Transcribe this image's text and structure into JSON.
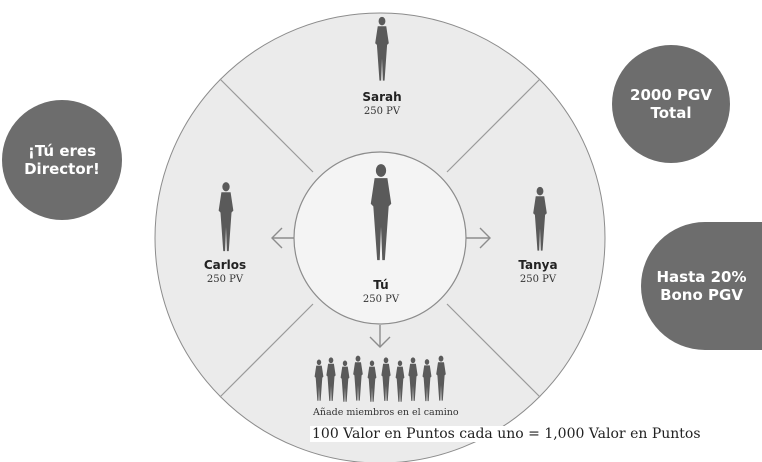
{
  "center": {
    "name": "Tú",
    "pv": "250 PV"
  },
  "top": {
    "name": "Sarah",
    "pv": "250 PV"
  },
  "left": {
    "name": "Carlos",
    "pv": "250 PV"
  },
  "right": {
    "name": "Tanya",
    "pv": "250 PV"
  },
  "bottom": {
    "label": "Añade miembros en el camino",
    "footnote": "100 Valor en Puntos cada uno = 1,000 Valor en Puntos"
  },
  "badges": {
    "director": "¡Tú eres\nDirector!",
    "total": "2000 PGV\nTotal",
    "bonus": "Hasta 20%\nBono PGV"
  },
  "colors": {
    "ring": "#ebebeb",
    "inner": "#f3f3f3",
    "lines": "#9a9a9a",
    "badge": "#6d6d6d",
    "silhouette": "#5a5a5a"
  }
}
